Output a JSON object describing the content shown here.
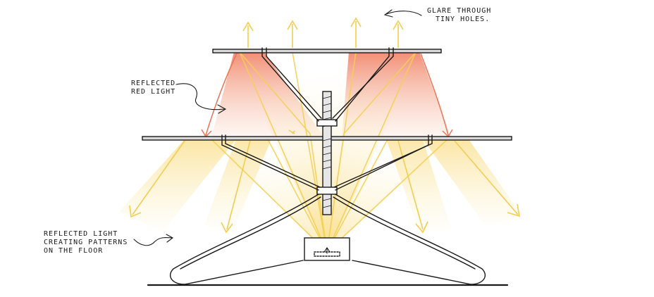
{
  "annotations": {
    "glare": {
      "line1": "GLARE THROUGH",
      "line2": "TINY HOLES."
    },
    "reflected_red": {
      "line1": "REFLECTED",
      "line2": "RED LIGHT"
    },
    "floor_patterns": {
      "line1": "REFLECTED LIGHT",
      "line2": "CREATING PATTERNS",
      "line3": "ON THE FLOOR"
    }
  },
  "colors": {
    "ink": "#1a1a1a",
    "yellow_light": "#f7d25e",
    "yellow_glow": "#fbe7a0",
    "red_light": "#ef7a5c",
    "red_glow": "#f8c2aa",
    "disc_fill": "#d9d9d9"
  }
}
